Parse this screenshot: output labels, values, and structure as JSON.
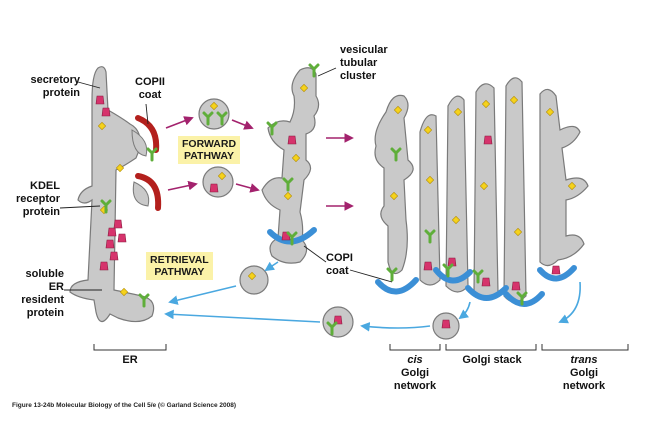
{
  "labels": {
    "secretory_protein": [
      "secretory",
      "protein"
    ],
    "kdel_receptor": [
      "KDEL",
      "receptor",
      "protein"
    ],
    "soluble_er": [
      "soluble",
      "ER resident",
      "protein"
    ],
    "copii_coat": [
      "COPII",
      "coat"
    ],
    "copi_coat": [
      "COPI",
      "coat"
    ],
    "vesicular_tubular_cluster": [
      "vesicular",
      "tubular",
      "cluster"
    ],
    "forward_pathway": [
      "FORWARD",
      "PATHWAY"
    ],
    "retrieval_pathway": [
      "RETRIEVAL",
      "PATHWAY"
    ],
    "er": "ER",
    "cis_golgi": [
      "cis",
      "Golgi",
      "network"
    ],
    "golgi_stack": "Golgi stack",
    "trans_golgi": [
      "trans",
      "Golgi",
      "network"
    ]
  },
  "caption": "Figure 13-24b  Molecular Biology of the Cell 5/e (© Garland Science 2008)",
  "colors": {
    "membrane_fill": "#c9c9c9",
    "membrane_stroke": "#7a7a7a",
    "copii_coat": "#b3201d",
    "copi_coat": "#3b8fd6",
    "receptor": "#5fae3a",
    "cargo": "#f5d21c",
    "resident": "#d6336c",
    "arrow_forward": "#a3226d",
    "arrow_retrieval": "#4aa8e0",
    "pathway_box": "#fbf2a8"
  }
}
